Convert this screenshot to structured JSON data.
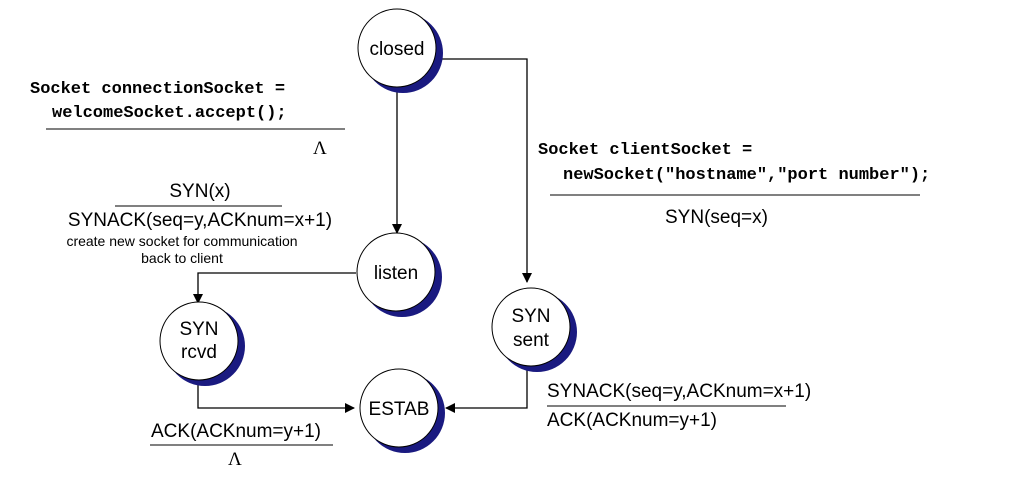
{
  "colors": {
    "stroke": "#000000",
    "state_shadow": "#1a1a80",
    "background": "#ffffff"
  },
  "states": {
    "closed": {
      "line1": "closed"
    },
    "listen": {
      "line1": "listen"
    },
    "syn_rcvd": {
      "line1": "SYN",
      "line2": "rcvd"
    },
    "syn_sent": {
      "line1": "SYN",
      "line2": "sent"
    },
    "estab": {
      "line1": "ESTAB"
    }
  },
  "transitions": {
    "closed_to_listen": {
      "event_line1": "Socket connectionSocket =",
      "event_line2": "welcomeSocket.accept();",
      "action": "Λ"
    },
    "closed_to_syn_sent": {
      "event_line1": "Socket clientSocket =",
      "event_line2": "newSocket(\"hostname\",\"port number\");",
      "action": "SYN(seq=x)"
    },
    "listen_to_syn_rcvd": {
      "event": "SYN(x)",
      "action_line1": "SYNACK(seq=y,ACKnum=x+1)",
      "action_line2": "create new socket for communication",
      "action_line3": "back to client"
    },
    "syn_sent_to_estab": {
      "event": "SYNACK(seq=y,ACKnum=x+1)",
      "action": "ACK(ACKnum=y+1)"
    },
    "syn_rcvd_to_estab": {
      "event": "ACK(ACKnum=y+1)",
      "action": "Λ"
    }
  }
}
